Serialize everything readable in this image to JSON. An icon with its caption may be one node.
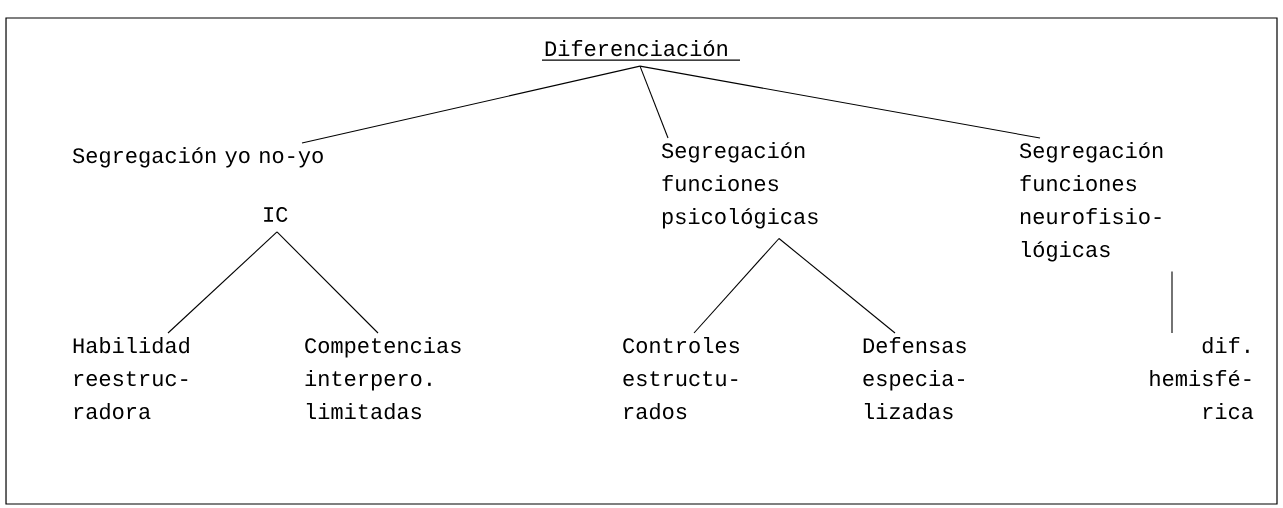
{
  "diagram": {
    "nodes": [
      {
        "text": [
          "Diferenciación"
        ]
      },
      {
        "text": [
          "Segregación yo no-yo"
        ]
      },
      {
        "text": [
          "IC"
        ]
      },
      {
        "text": [
          "Segregación funciones psicológicas"
        ]
      },
      {
        "text": [
          "Segregación funciones neurofisio- lógicas"
        ]
      },
      {
        "text": [
          "Habilidad reestruc- radora"
        ]
      },
      {
        "text": [
          "Competencias interpero. limitadas"
        ]
      },
      {
        "text": [
          "Controles estructu- rados"
        ]
      },
      {
        "text": [
          "Defensas especia- lizadas"
        ]
      },
      {
        "text": [
          "dif. hemisfé- rica"
        ]
      }
    ],
    "edges": [
      {
        "from": 0,
        "to": 1,
        "arrow": "none"
      },
      {
        "from": 0,
        "to": 3,
        "arrow": "none"
      },
      {
        "from": 0,
        "to": 4,
        "arrow": "none"
      },
      {
        "from": 2,
        "to": 5,
        "arrow": "none"
      },
      {
        "from": 2,
        "to": 6,
        "arrow": "none"
      },
      {
        "from": 3,
        "to": 7,
        "arrow": "none"
      },
      {
        "from": 3,
        "to": 8,
        "arrow": "none"
      },
      {
        "from": 4,
        "to": 9,
        "arrow": "none"
      }
    ]
  }
}
